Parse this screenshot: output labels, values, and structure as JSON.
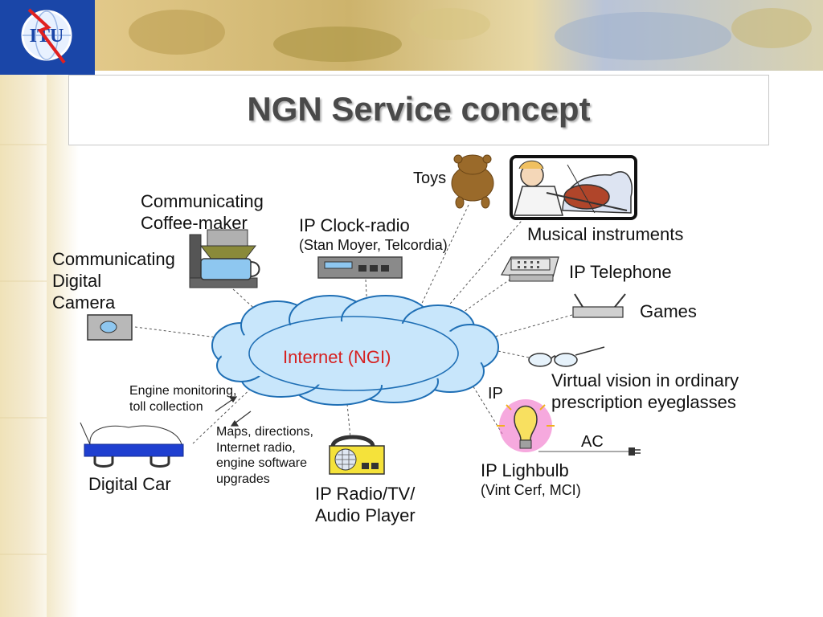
{
  "title": "NGN Service concept",
  "logo_text": "ITU",
  "center_label": "Internet (NGI)",
  "labels": {
    "toys": "Toys",
    "coffee_1": "Communicating",
    "coffee_2": "Coffee-maker",
    "clock_1": "IP Clock-radio",
    "clock_2": "(Stan Moyer, Telcordia)",
    "music": "Musical instruments",
    "camera_1": "Communicating",
    "camera_2": "Digital",
    "camera_3": "Camera",
    "telephone": "IP Telephone",
    "games": "Games",
    "vision_1": "Virtual vision in ordinary",
    "vision_2": "prescription  eyeglasses",
    "engine_1": "Engine monitoring,",
    "engine_2": "toll collection",
    "ip": "IP",
    "maps_1": "Maps, directions,",
    "maps_2": "Internet radio,",
    "maps_3": "engine software",
    "maps_4": "upgrades",
    "ac": "AC",
    "car": "Digital Car",
    "bulb_1": "IP Lighbulb",
    "bulb_2": "(Vint Cerf, MCI)",
    "radio_1": "IP Radio/TV/",
    "radio_2": "Audio Player"
  },
  "colors": {
    "cloud_fill": "#c8e6fb",
    "cloud_stroke": "#1f6fb5",
    "center_text": "#d62020",
    "car_body": "#1f3fd0",
    "title_text": "#4a4a4a"
  }
}
